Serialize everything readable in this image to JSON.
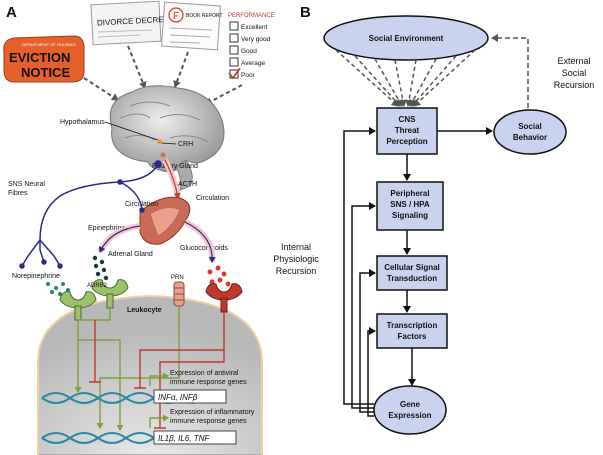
{
  "panel_a": {
    "letter": "A",
    "stressors": {
      "divorce_decree": "DIVORCE DECREE",
      "book_report": "BOOK REPORT",
      "grade": "F",
      "eviction_top": "DEPARTMENT OF HOUSING",
      "eviction_line1": "EVICTION",
      "eviction_line2": "NOTICE",
      "performance_title": "PERFORMANCE",
      "performance_options": [
        "Excellent",
        "Very good",
        "Good",
        "Average",
        "Poor"
      ]
    },
    "labels": {
      "hypothalamus": "Hypothalamus",
      "crh": "CRH",
      "pituitary": "Pituitary Gland",
      "acth": "ACTH",
      "circulation_left": "Circulation",
      "circulation_right": "Circulation",
      "sns_fibres_1": "SNS Neural",
      "sns_fibres_2": "Fibres",
      "epinephrine": "Epinephrine",
      "adrenal": "Adrenal Gland",
      "glucocorticoids": "Glucocorticoids",
      "norepinephrine": "Norepinephrine",
      "adrb2": "ADRB2",
      "prn": "PRN",
      "leukocyte": "Leukocyte",
      "antiviral_1": "Expression of antiviral",
      "antiviral_2": "immune response genes",
      "antiviral_genes": "INFα, INFβ",
      "inflam_1": "Expression of inflammatory",
      "inflam_2": "immune response genes",
      "inflam_genes": "IL1β, IL6, TNF"
    }
  },
  "panel_b": {
    "letter": "B",
    "nodes": {
      "social_env": "Social Environment",
      "cns_1": "CNS",
      "cns_2": "Threat",
      "cns_3": "Perception",
      "social_beh_1": "Social",
      "social_beh_2": "Behavior",
      "peripheral_1": "Peripheral",
      "peripheral_2": "SNS / HPA",
      "peripheral_3": "Signaling",
      "cellular_1": "Cellular Signal",
      "cellular_2": "Transduction",
      "transcription_1": "Transcription",
      "transcription_2": "Factors",
      "gene_1": "Gene",
      "gene_2": "Expression"
    },
    "labels": {
      "external_1": "External",
      "external_2": "Social",
      "external_3": "Recursion",
      "internal_1": "Internal",
      "internal_2": "Physiologic",
      "internal_3": "Recursion"
    },
    "colors": {
      "node_fill": "#c9d3ef",
      "node_stroke": "#111111"
    }
  }
}
